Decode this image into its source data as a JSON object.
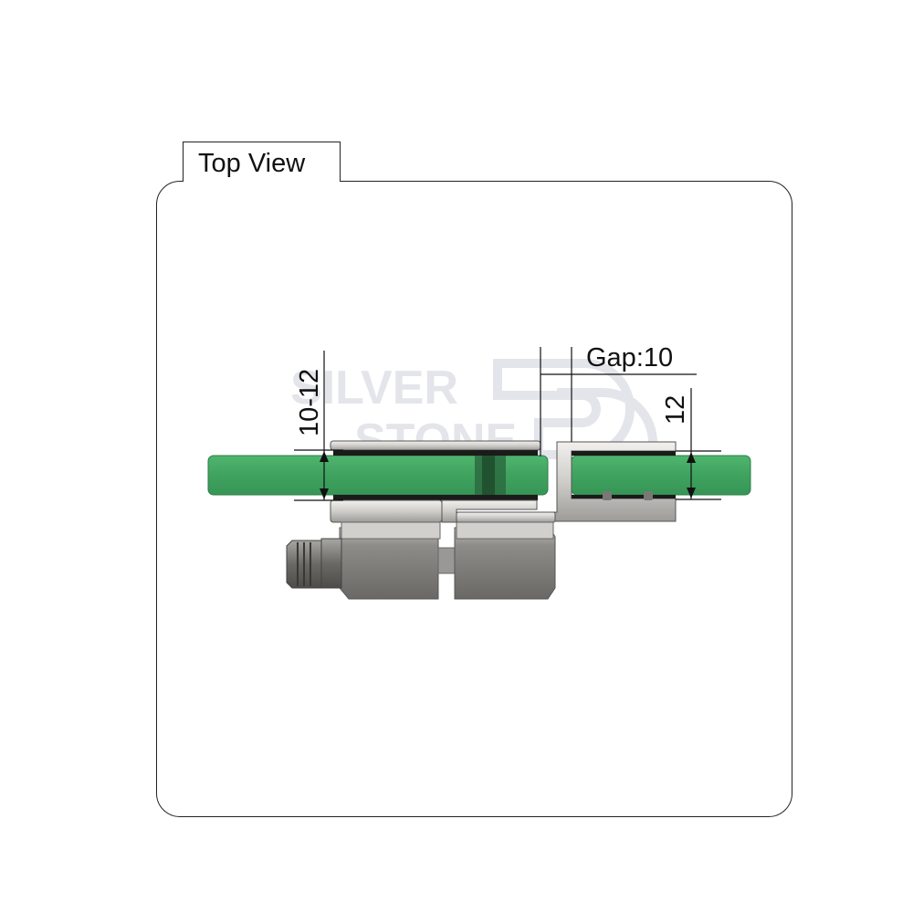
{
  "view_tab": {
    "label": "Top View"
  },
  "dimensions": {
    "gap_label": "Gap:10",
    "left_thickness_label": "10-12",
    "right_thickness_label": "12"
  },
  "watermark": {
    "line1": "SILVER",
    "line2": "STONE"
  },
  "colors": {
    "glass": "#3fa35f",
    "glass_edge": "#2e7d47",
    "metal_light": "#d9d7d3",
    "metal_mid": "#a9a7a3",
    "metal_dark": "#6f6d69",
    "gasket": "#1b1b1b",
    "line": "#111111",
    "watermark": "#e3e5ea"
  }
}
